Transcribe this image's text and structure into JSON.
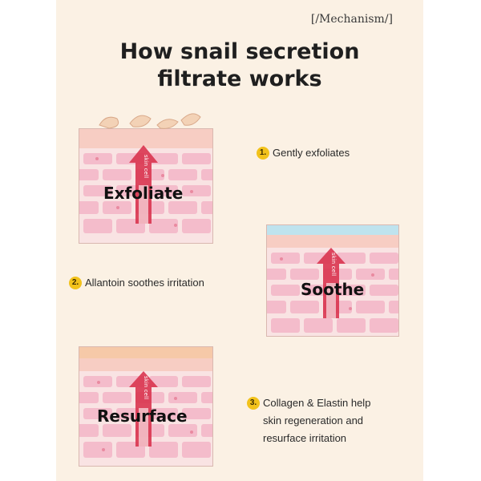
{
  "header": {
    "tag": "[/Mechanism/]",
    "title_line1": "How snail secretion",
    "title_line2": "filtrate works"
  },
  "arrow_text": "skin cell",
  "panels": [
    {
      "label": "Exfoliate"
    },
    {
      "label": "Soothe"
    },
    {
      "label": "Resurface"
    }
  ],
  "steps": [
    {
      "num": "1.",
      "lines": [
        "Gently exfoliates"
      ]
    },
    {
      "num": "2.",
      "lines": [
        "Allantoin soothes irritation"
      ]
    },
    {
      "num": "3.",
      "lines": [
        "Collagen & Elastin help",
        "skin regeneration and",
        "resurface irritation"
      ]
    }
  ],
  "colors": {
    "background": "#fbf1e4",
    "number_badge": "#f2c21b",
    "arrow": "#d9344f",
    "cell": "#f4bccb",
    "soothe_top": "#bfe3ee",
    "resurface_top": "#f6c9a8"
  }
}
